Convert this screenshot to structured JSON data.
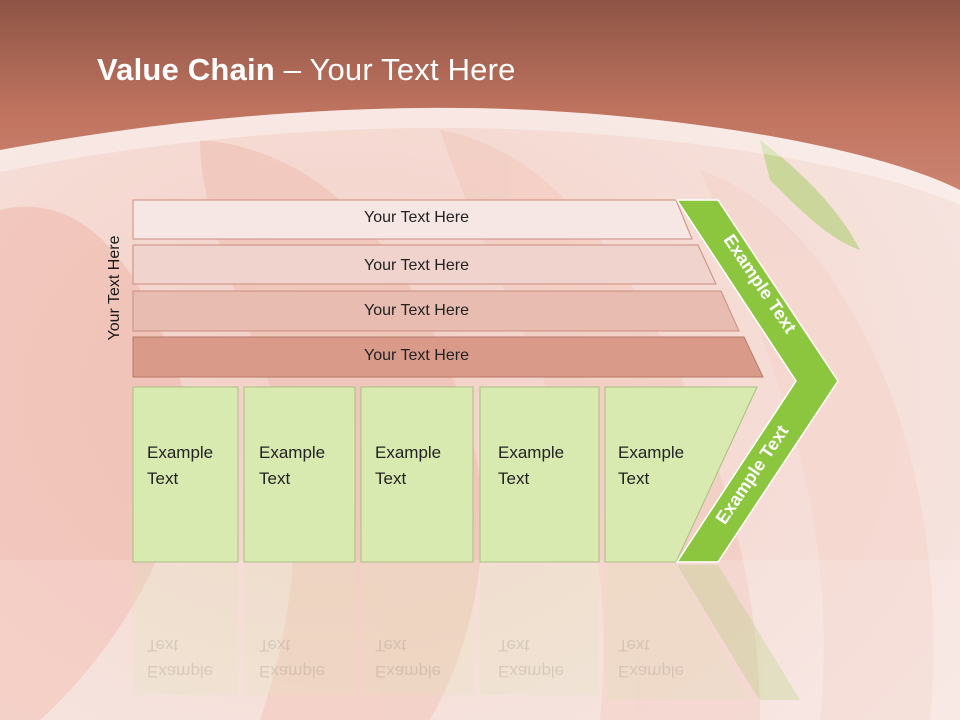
{
  "title": {
    "bold": "Value Chain",
    "rest": " – Your Text Here"
  },
  "side_label": "Your Text Here",
  "rows": [
    "Your Text Here",
    "Your Text Here",
    "Your Text Here",
    "Your Text Here"
  ],
  "columns": [
    "Example\nText",
    "Example\nText",
    "Example\nText",
    "Example\nText",
    "Example\nText"
  ],
  "arrow": {
    "top_label": "Example Text",
    "bottom_label": "Example Text"
  },
  "colors": {
    "header": "#b96a55",
    "row_fills": [
      "#f6e7e4",
      "#f0d3cc",
      "#e8bcb1",
      "#d99a89"
    ],
    "cell_fill": "#d9eab1",
    "arrow_fill": "#8cc63f"
  }
}
